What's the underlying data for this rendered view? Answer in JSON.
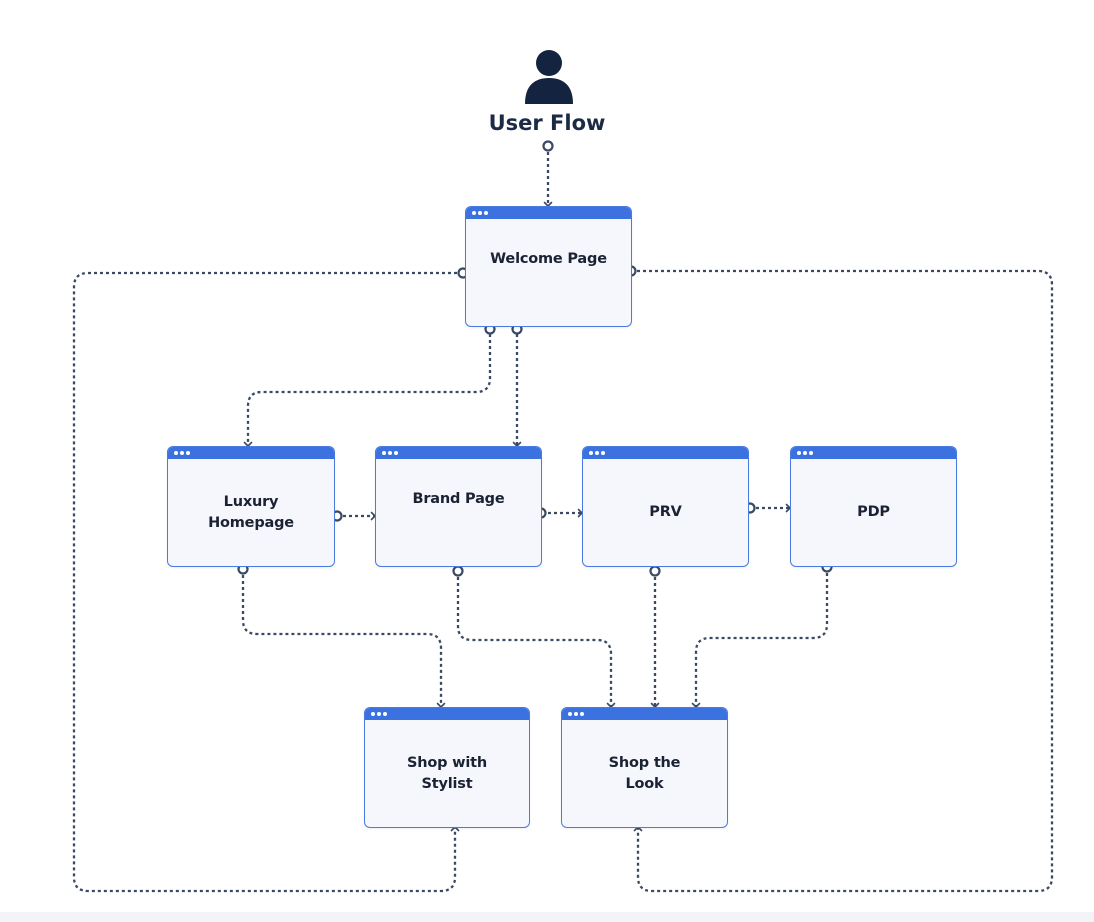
{
  "title": "User Flow",
  "icon": "user-avatar-icon",
  "colors": {
    "window_bar": "#3c72df",
    "window_border": "#4a7be0",
    "window_fill": "#f6f7fd",
    "connector": "#3a4a63",
    "title_text": "#1b2b45"
  },
  "nodes": {
    "welcome": "Welcome Page",
    "luxury": "Luxury\nHomepage",
    "brand": "Brand Page",
    "prv": "PRV",
    "pdp": "PDP",
    "stylist": "Shop with\nStylist",
    "look": "Shop the\nLook"
  },
  "connections": [
    {
      "from": "User Flow",
      "to": "Welcome Page"
    },
    {
      "from": "Welcome Page",
      "to": "Luxury Homepage"
    },
    {
      "from": "Welcome Page",
      "to": "Brand Page"
    },
    {
      "from": "Welcome Page",
      "to": "Shop with Stylist"
    },
    {
      "from": "Welcome Page",
      "to": "Shop the Look"
    },
    {
      "from": "Luxury Homepage",
      "to": "Brand Page"
    },
    {
      "from": "Brand Page",
      "to": "PRV"
    },
    {
      "from": "PRV",
      "to": "PDP"
    },
    {
      "from": "Luxury Homepage",
      "to": "Shop with Stylist"
    },
    {
      "from": "Brand Page",
      "to": "Shop the Look"
    },
    {
      "from": "PRV",
      "to": "Shop the Look"
    },
    {
      "from": "PDP",
      "to": "Shop the Look"
    }
  ]
}
